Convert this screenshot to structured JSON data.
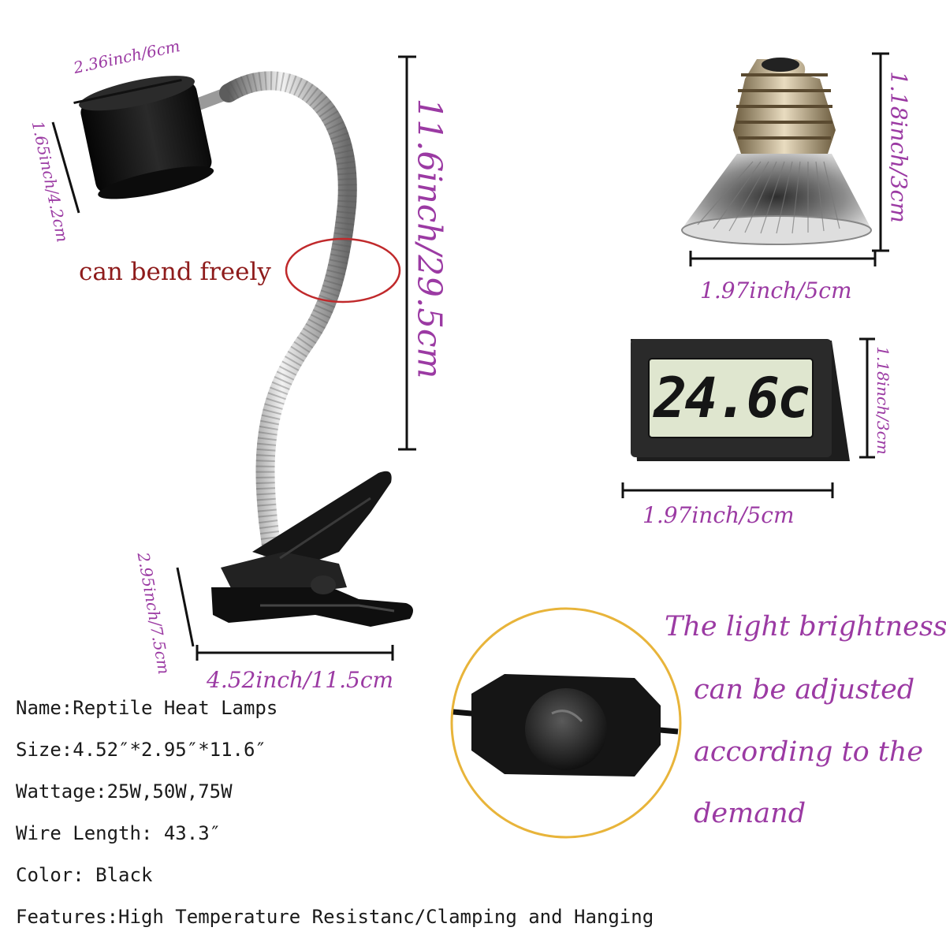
{
  "dimensions": {
    "socket_width": "2.36inch/6cm",
    "socket_height": "1.65inch/4.2cm",
    "lamp_height": "11.6inch/29.5cm",
    "clip_height": "2.95inch/7.5cm",
    "clip_width": "4.52inch/11.5cm",
    "bulb_height": "1.18inch/3cm",
    "bulb_width": "1.97inch/5cm",
    "thermometer_height": "1.18inch/3cm",
    "thermometer_width": "1.97inch/5cm"
  },
  "callout": "can bend freely",
  "thermometer_reading": "24.6c",
  "brightness_text": [
    "The light brightness",
    "can be adjusted",
    "according to the",
    "demand"
  ],
  "specs": [
    "Name:Reptile Heat Lamps",
    "Size:4.52″*2.95″*11.6″",
    "Wattage:25W,50W,75W",
    "Wire Length: 43.3″",
    "Color: Black",
    "Features:High Temperature Resistanc/Clamping and Hanging"
  ],
  "colors": {
    "dimension_text": "#9b3aa3",
    "callout_text": "#8e1b1b",
    "callout_ring": "#c0292b",
    "dimmer_ring": "#e8b43a",
    "lamp_body": "#141414",
    "lcd_background": "#dfe6cf"
  }
}
